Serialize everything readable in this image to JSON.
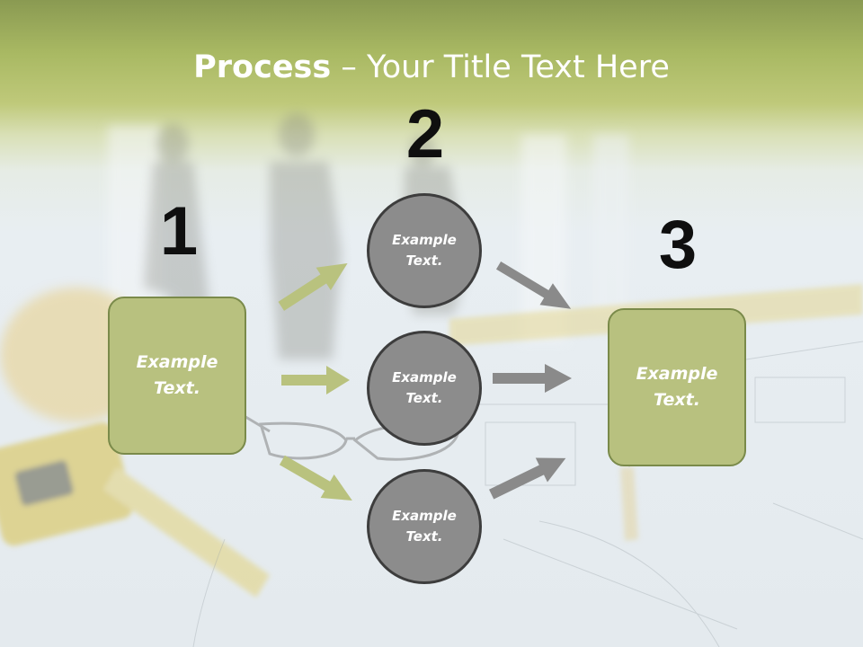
{
  "title": {
    "bold": "Process",
    "rest": " – Your Title Text Here"
  },
  "steps": {
    "one": {
      "number": "1",
      "text": "Example\nText."
    },
    "two": {
      "number": "2"
    },
    "three": {
      "number": "3",
      "text": "Example\nText."
    }
  },
  "circles": [
    {
      "text": "Example\nText."
    },
    {
      "text": "Example\nText."
    },
    {
      "text": "Example\nText."
    }
  ],
  "colors": {
    "box_fill": "#b8c17f",
    "box_border": "#7a8a4a",
    "circle_fill": "#8c8c8c",
    "circle_border": "#3d3d3d",
    "green_arrow": "#b9c27e",
    "gray_arrow": "#8a8a8a"
  }
}
